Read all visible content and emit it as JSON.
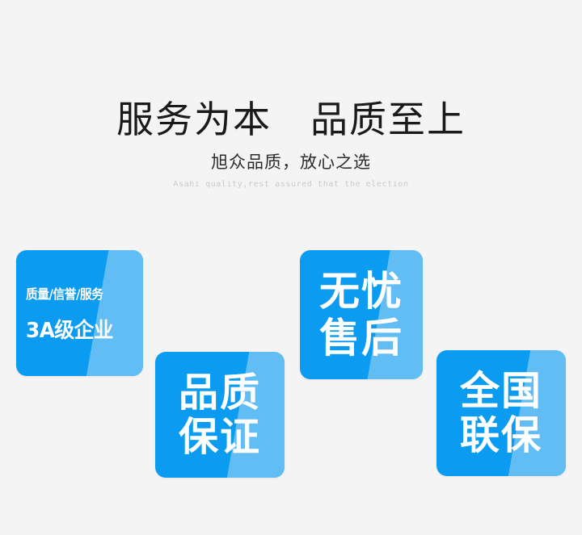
{
  "background_color": "#f4f4f4",
  "heading": {
    "title": "服务为本　品质至上",
    "subtitle": "旭众品质，放心之选",
    "subtitle_en": "Asahi quality,rest assured that the election",
    "title_color": "#1a1a1a",
    "subtitle_color": "#2b2b2b",
    "subtitle_en_color": "#c9c9c9"
  },
  "card_colors": {
    "primary_blue": "#0b9bf0",
    "light_blue": "#62bdf5",
    "text": "#ffffff"
  },
  "cards": [
    {
      "id": "3a",
      "name": "3a-enterprise-card",
      "line_small": "质量/信誉/服务",
      "line_big": "3A级企业"
    },
    {
      "id": "quality",
      "name": "quality-guarantee-card",
      "line_a": "品质",
      "line_b": "保证"
    },
    {
      "id": "service",
      "name": "worry-free-service-card",
      "line_a": "无忧",
      "line_b": "售后"
    },
    {
      "id": "nationwide",
      "name": "nationwide-warranty-card",
      "line_a": "全国",
      "line_b": "联保"
    }
  ]
}
